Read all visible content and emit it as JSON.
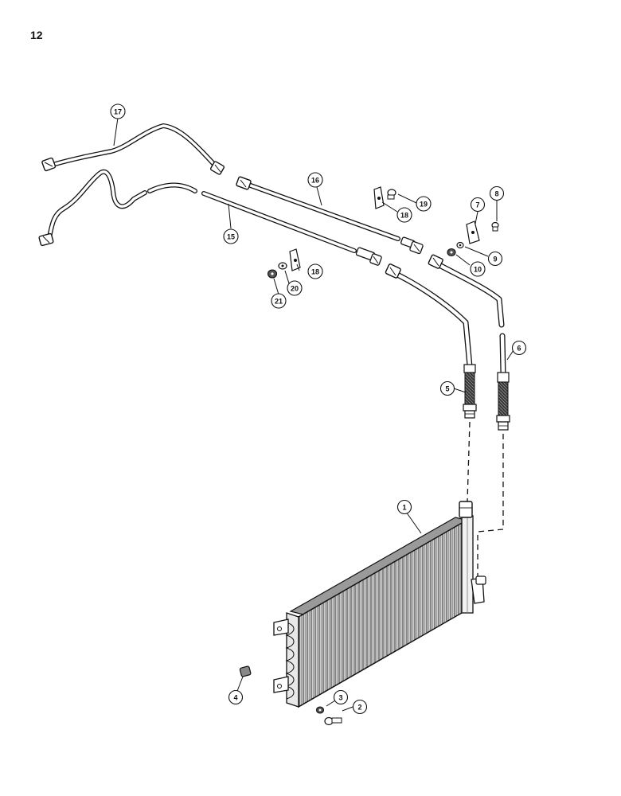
{
  "page_number": "12",
  "callouts": [
    "1",
    "2",
    "3",
    "4",
    "5",
    "6",
    "7",
    "8",
    "9",
    "10",
    "15",
    "16",
    "17",
    "18",
    "18",
    "19",
    "20",
    "21"
  ]
}
